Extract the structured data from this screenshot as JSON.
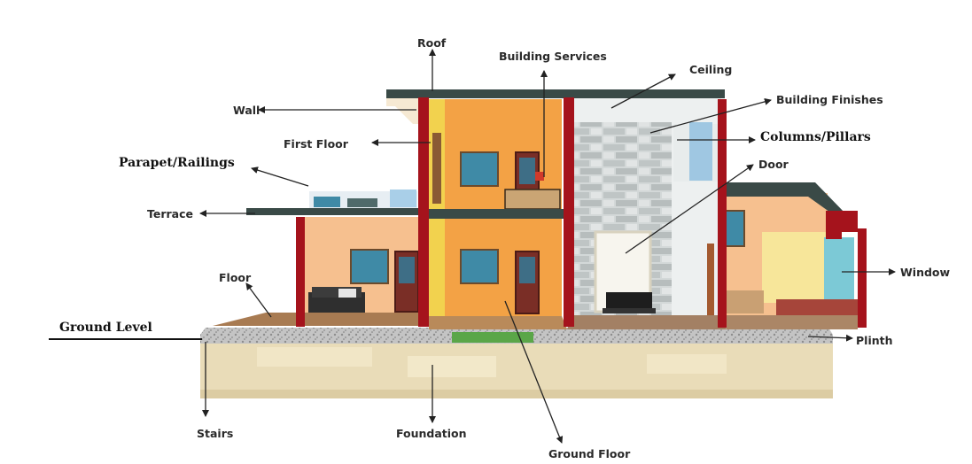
{
  "labels": {
    "roof": "Roof",
    "building_services": "Building Services",
    "ceiling": "Ceiling",
    "wall": "Wall",
    "building_finishes": "Building Finishes",
    "first_floor": "First Floor",
    "columns_pillars": "Columns/Pillars",
    "parapet_railings": "Parapet/Railings",
    "door": "Door",
    "terrace": "Terrace",
    "window": "Window",
    "floor": "Floor",
    "ground_level": "Ground Level",
    "plinth": "Plinth",
    "stairs": "Stairs",
    "foundation": "Foundation",
    "ground_floor": "Ground Floor"
  },
  "colors": {
    "column_red": "#a5131c",
    "roof_slab": "#3a4a47",
    "wall_orange": "#f3a245",
    "wall_peach": "#f6c08f",
    "wall_yellow": "#f2d24e",
    "stone_grey": "#c9cfcf",
    "ground_beige": "#e9dcb8",
    "gravel": "#b8b8b8"
  }
}
